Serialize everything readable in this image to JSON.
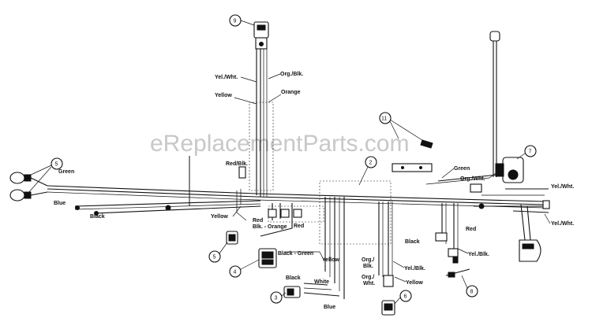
{
  "watermark": "eReplacementParts.com",
  "wire_labels": {
    "yel_wht_top": "Yel./Wht.",
    "org_blk_top": "Org./Blk.",
    "yellow_top": "Yellow",
    "orange_top": "Orange",
    "green_left": "Green",
    "blue_left": "Blue",
    "black_left": "Black",
    "red_blk": "Red/Blk.",
    "yellow_mid": "Yellow",
    "red_mid": "Red",
    "blk_orange": "Blk. - Orange",
    "red_right": "Red",
    "black_green": "Black - Green",
    "yellow_center": "Yellow",
    "black_lower": "Black",
    "white_lower": "White",
    "blue_lower": "Blue",
    "org_blk_lower": "Org./\nBlk.",
    "org_wht_lower": "Org./\nWht.",
    "yel_blk_lower": "Yel./Blk.",
    "yellow_lower": "Yellow",
    "green_right": "Green",
    "org_wht_right": "Org./Wht.",
    "black_right": "Black",
    "red_right2": "Red",
    "yel_blk_right": "Yel./Blk.",
    "yel_wht_right1": "Yel./Wht.",
    "yel_wht_right2": "Yel./Wht."
  },
  "callouts": [
    "9",
    "11",
    "5",
    "2",
    "7",
    "5",
    "4",
    "3",
    "6",
    "8"
  ],
  "icons": [
    "ignition-switch-icon",
    "headlight-icon",
    "seat-switch-icon",
    "solenoid-icon",
    "plug-connector-icon",
    "pto-switch-icon",
    "fuse-icon",
    "ground-clip-icon"
  ]
}
